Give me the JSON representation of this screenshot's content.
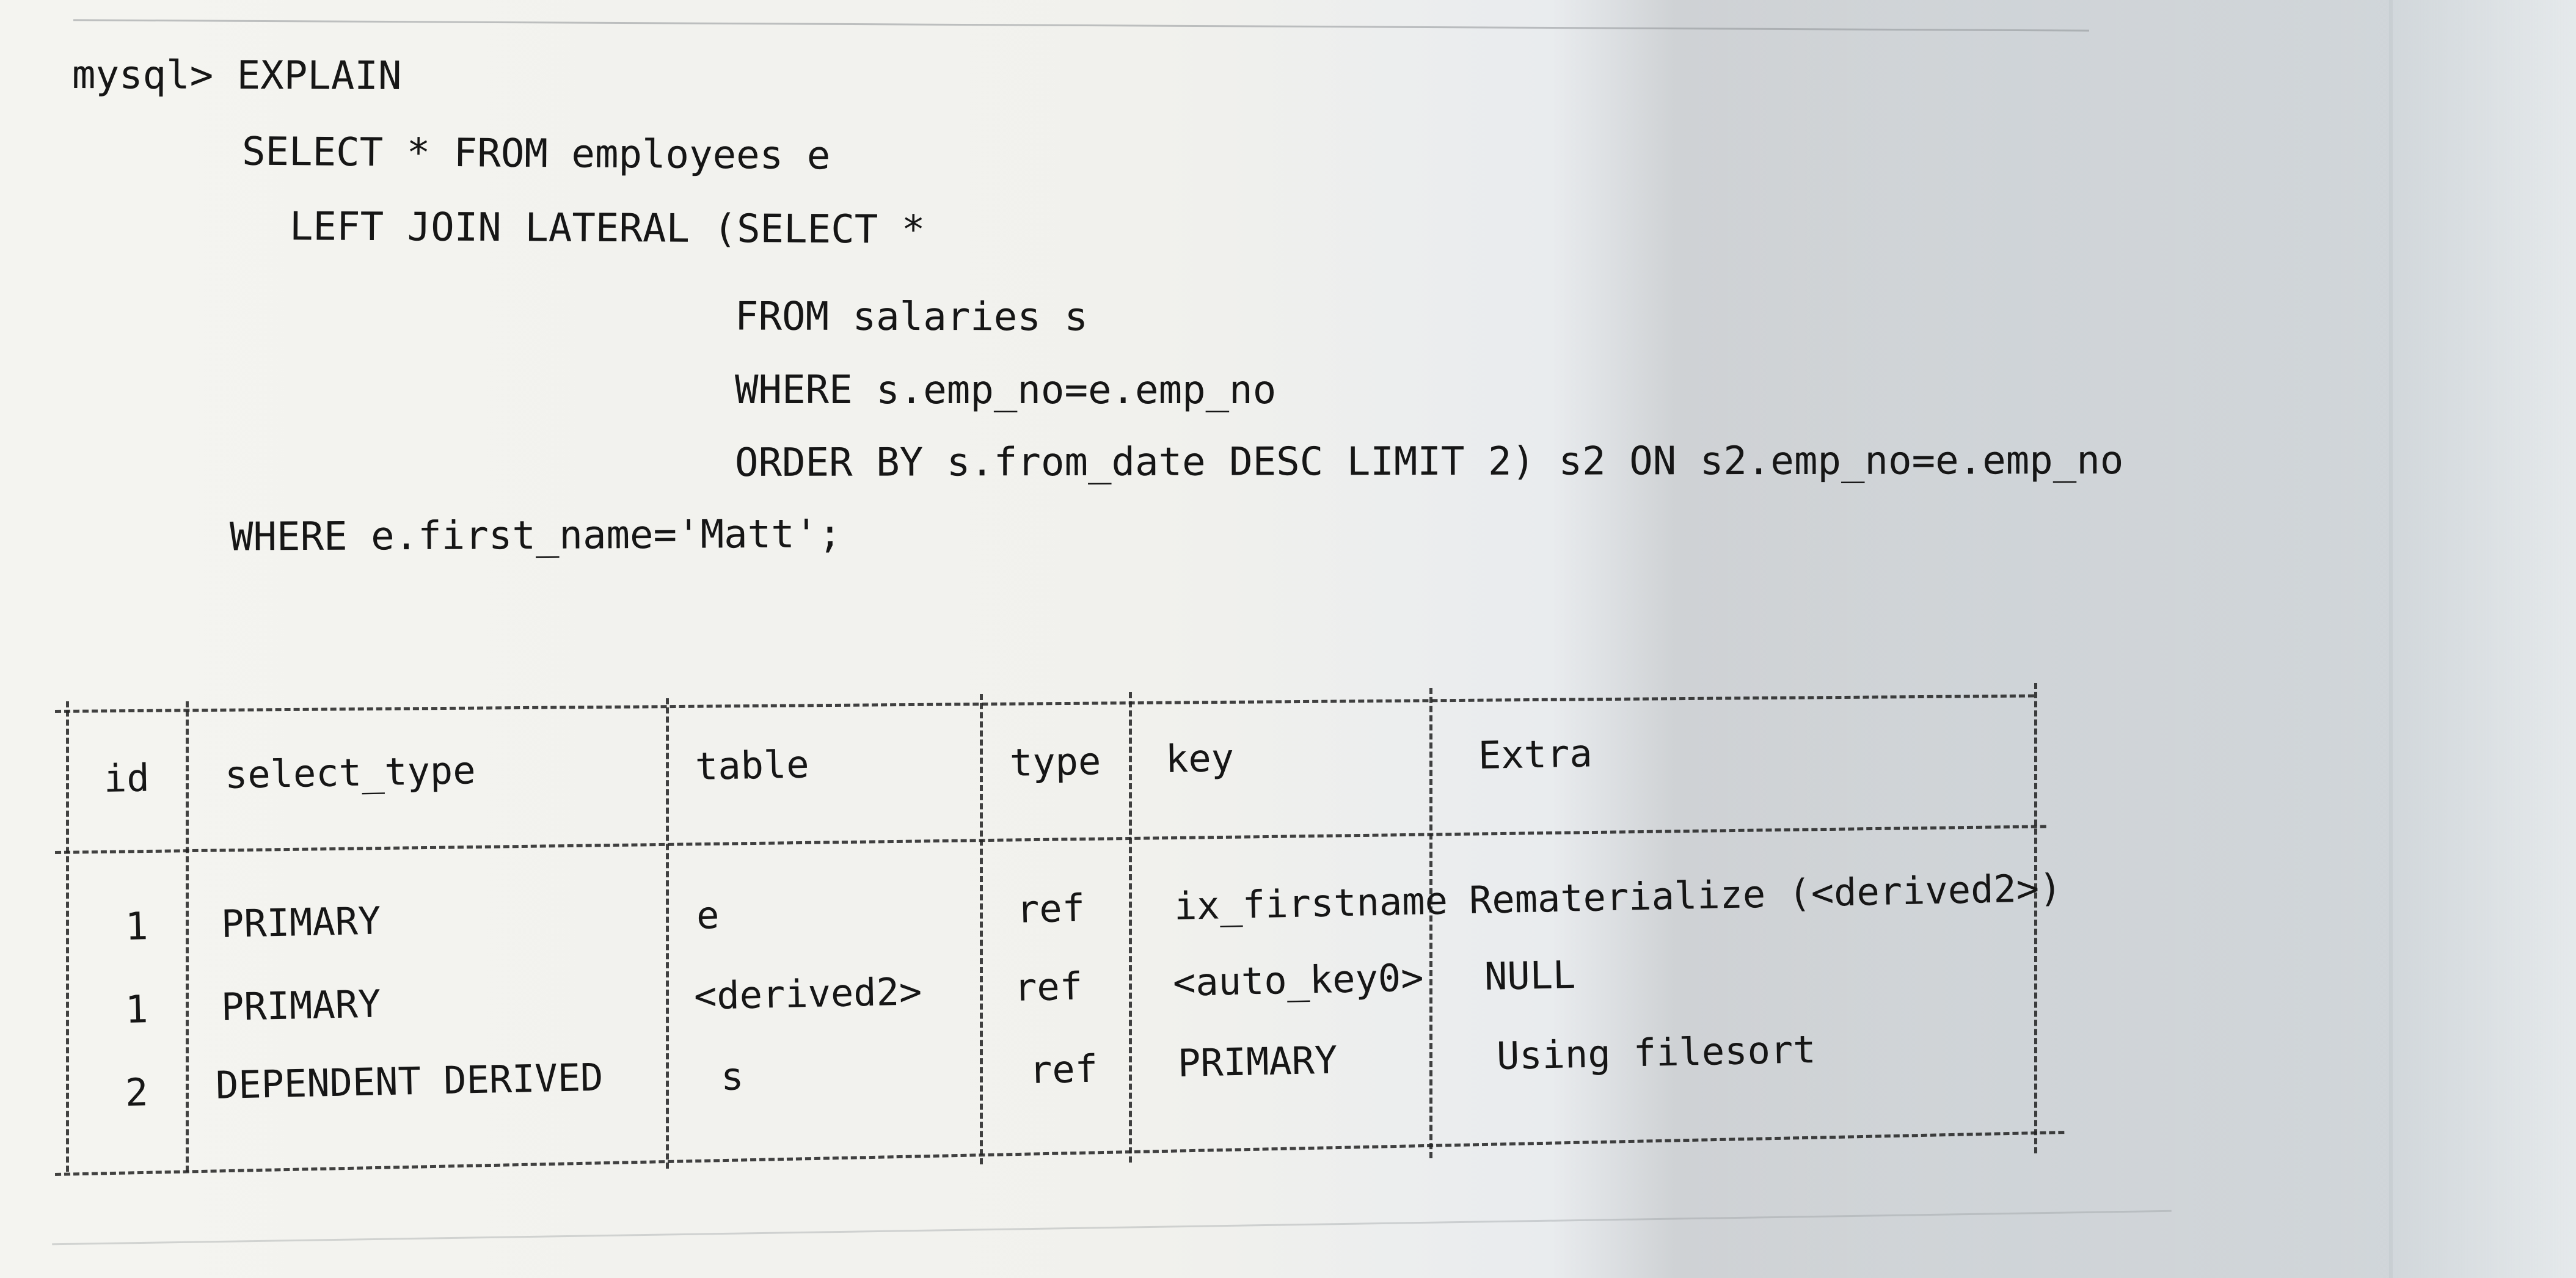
{
  "code": {
    "line1": "mysql> EXPLAIN",
    "line2": "SELECT * FROM employees e",
    "line3": "LEFT JOIN LATERAL (SELECT *",
    "line4": "FROM salaries s",
    "line5": "WHERE s.emp_no=e.emp_no",
    "line6": "ORDER BY s.from_date DESC LIMIT 2) s2 ON s2.emp_no=e.emp_no",
    "line7": "WHERE e.first_name='Matt';"
  },
  "table": {
    "headers": {
      "id": "id",
      "select_type": "select_type",
      "table": "table",
      "type": "type",
      "key": "key",
      "extra": "Extra"
    },
    "rows": [
      {
        "id": "1",
        "select_type": "PRIMARY",
        "table": "e",
        "type": "ref",
        "key": "ix_firstname",
        "extra": "Rematerialize (<derived2>)"
      },
      {
        "id": "1",
        "select_type": "PRIMARY",
        "table": "<derived2>",
        "type": "ref",
        "key": "<auto_key0>",
        "extra": "NULL"
      },
      {
        "id": "2",
        "select_type": "DEPENDENT DERIVED",
        "table": "s",
        "type": "ref",
        "key": "PRIMARY",
        "extra": "Using filesort"
      }
    ]
  }
}
